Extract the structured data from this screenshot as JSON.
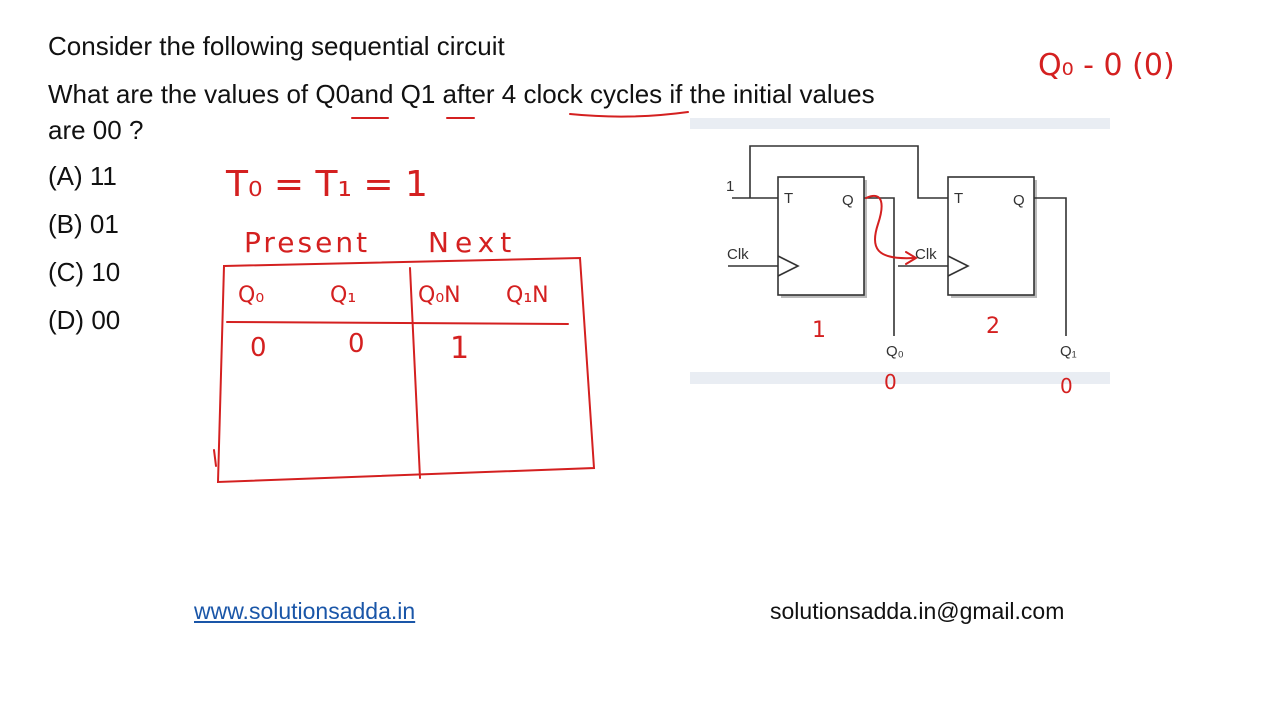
{
  "question": {
    "line1": "Consider the following sequential circuit",
    "line2": "What are the values of Q0and Q1 after 4 clock cycles if the initial values",
    "line3": "are 00 ?"
  },
  "options": [
    {
      "label": "(A) 11"
    },
    {
      "label": "(B) 01"
    },
    {
      "label": "(C) 10"
    },
    {
      "label": "(D) 00"
    }
  ],
  "circuit": {
    "input_one": "1",
    "ff1_t": "T",
    "ff1_q": "Q",
    "ff1_clk": "Clk",
    "ff2_t": "T",
    "ff2_q": "Q",
    "ff2_clk": "Clk",
    "out_q0": "Q₀",
    "out_q1": "Q₁"
  },
  "annotations": {
    "t_equation": "T₀ = T₁ = 1",
    "q0_note": "Q₀ - 0 (0)",
    "table_present": "Present",
    "table_next": "Next",
    "col_q0": "Q₀",
    "col_q1": "Q₁",
    "col_q0n": "Q₀N",
    "col_q1n": "Q₁N",
    "row1_q0": "0",
    "row1_q1": "0",
    "row1_q0n": "1",
    "ff1_num": "1",
    "ff2_num": "2",
    "q0_val": "0",
    "q1_val": "0"
  },
  "footer": {
    "website": "www.solutionsadda.in",
    "email": "solutionsadda.in@gmail.com"
  },
  "colors": {
    "ink": "#d42020",
    "link": "#1a56a8",
    "panel": "#e9edf3"
  }
}
